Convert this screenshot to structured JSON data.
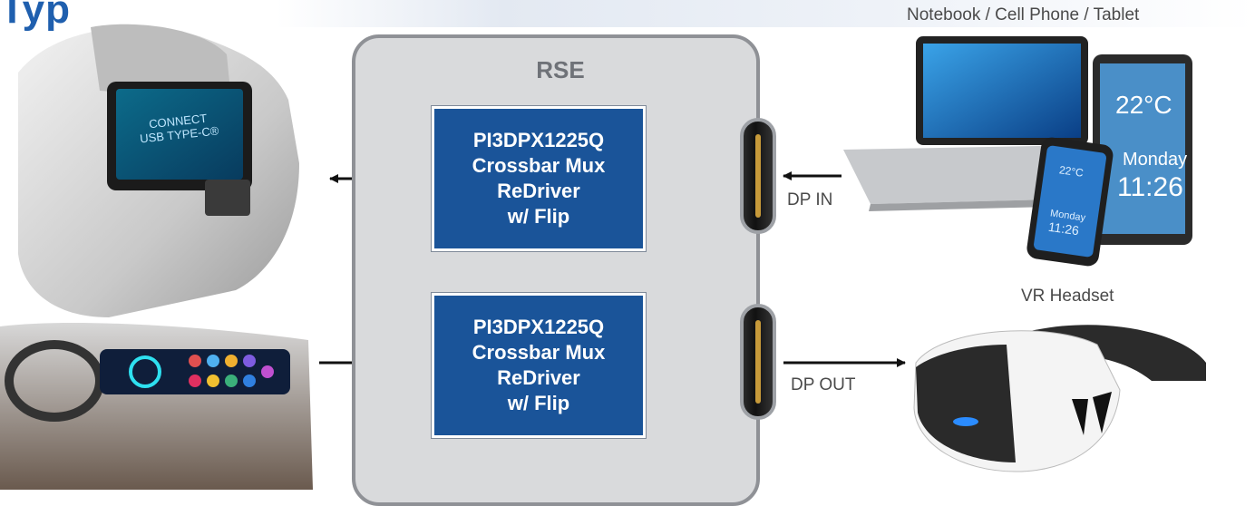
{
  "header": {
    "title": "Typ"
  },
  "rse": {
    "label": "RSE"
  },
  "chips": [
    {
      "lines": [
        "PI3DPX1225Q",
        "Crossbar Mux",
        "ReDriver",
        "w/ Flip"
      ]
    },
    {
      "lines": [
        "PI3DPX1225Q",
        "Crossbar Mux",
        "ReDriver",
        "w/ Flip"
      ]
    }
  ],
  "ports": {
    "in_label": "DP IN",
    "out_label": "DP OUT"
  },
  "devices": {
    "top_label": "Notebook / Cell Phone / Tablet",
    "vr_label": "VR Headset",
    "headrest_screen_line1": "CONNECT",
    "headrest_screen_line2": "USB TYPE-C®",
    "tablet_temp": "22°C",
    "tablet_day": "Monday",
    "tablet_time": "11:26",
    "phone_temp": "22°C",
    "phone_day": "Monday",
    "phone_time": "11:26"
  },
  "colors": {
    "chip": "#1a5499",
    "title": "#1f5fae",
    "rse_bg": "#d9dadc",
    "rse_border": "#8f9196"
  }
}
